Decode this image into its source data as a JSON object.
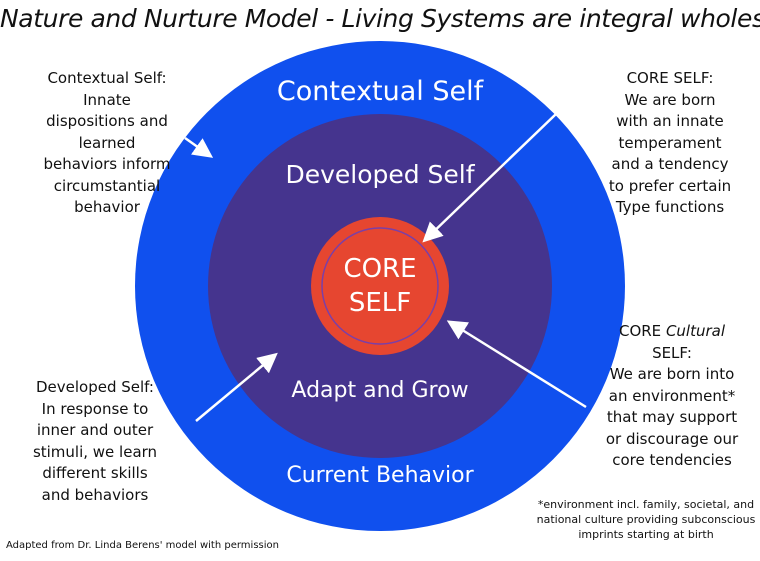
{
  "title": "Nature and Nurture Model - Living Systems are integral wholes",
  "rings": {
    "contextual": "Contextual Self",
    "developed": "Developed Self",
    "core_line1": "CORE",
    "core_line2": "SELF",
    "adapt": "Adapt and Grow",
    "current": "Current Behavior"
  },
  "colors": {
    "outer_ring": "#1050ee",
    "middle_ring": "#45348e",
    "core_fill": "#e64630",
    "core_inner_stroke": "#7a3fa8",
    "arrow": "#ffffff"
  },
  "notes": {
    "top_left": [
      "Contextual Self:",
      "Innate",
      "dispositions and",
      "learned",
      "behaviors inform",
      "circumstantial",
      "behavior"
    ],
    "top_right": [
      "CORE SELF:",
      "We are born",
      "with an innate",
      "temperament",
      "and a tendency",
      "to prefer certain",
      "Type functions"
    ],
    "bottom_left": [
      "Developed Self:",
      "In response to",
      "inner and outer",
      "stimuli, we learn",
      "different skills",
      "and behaviors"
    ],
    "bottom_right": {
      "first_core": "CORE ",
      "first_cultural": "Cultural",
      "lines": [
        "SELF:",
        "We are born into",
        "an environment*",
        "that may support",
        "or discourage our",
        "core tendencies"
      ]
    }
  },
  "footnote": [
    "*environment incl. family, societal, and",
    "national culture providing subconscious",
    "imprints starting at birth"
  ],
  "credit": "Adapted from Dr. Linda Berens' model with permission"
}
